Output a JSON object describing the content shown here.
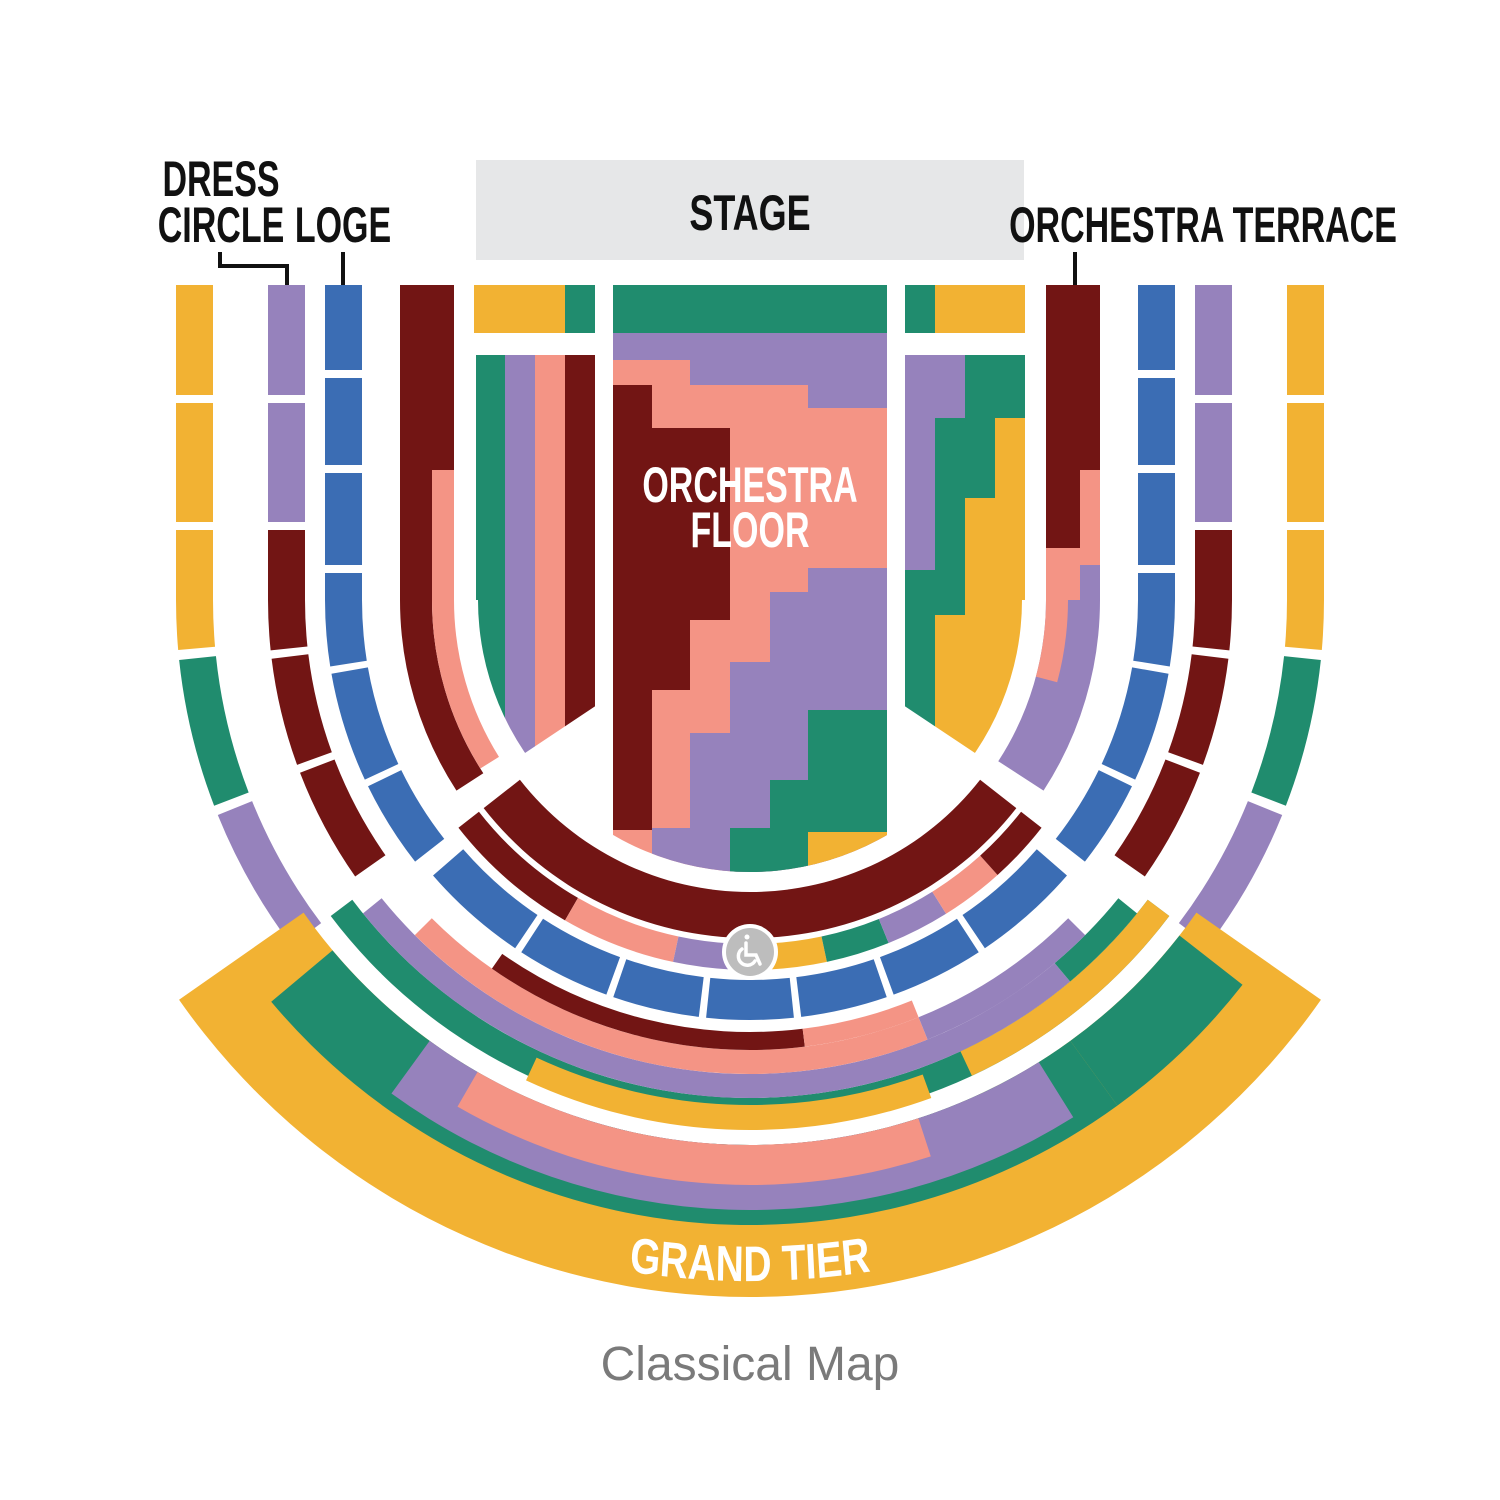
{
  "title": "Classical Map",
  "labels": {
    "stage": "STAGE",
    "dress_circle_1": "DRESS",
    "dress_circle_2": "CIRCLE",
    "loge": "LOGE",
    "orchestra_terrace": "ORCHESTRA TERRACE",
    "orchestra_floor_1": "ORCHESTRA",
    "orchestra_floor_2": "FLOOR",
    "grand_tier": "GRAND TIER"
  },
  "icons": {
    "accessibility": "wheelchair-icon"
  },
  "palette": {
    "yellow": "#F2B233",
    "purple": "#9682BC",
    "blue": "#3B6DB4",
    "darkred": "#721514",
    "salmon": "#F49485",
    "green": "#208C6E",
    "stage": "#E6E7E8",
    "access": "#BDBDBD"
  }
}
